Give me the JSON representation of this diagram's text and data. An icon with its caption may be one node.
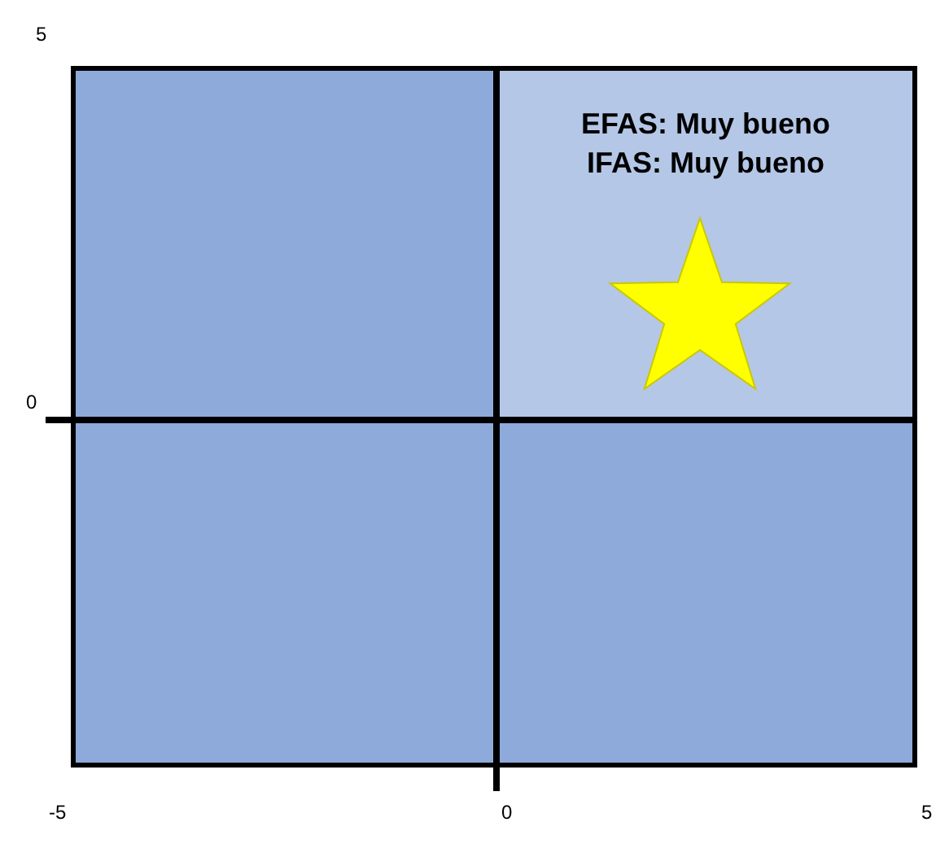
{
  "diagram": {
    "nodes": [
      {
        "text": [],
        "shape": "box"
      },
      {
        "text": [
          "EFAS: Muy bueno",
          "IFAS: Muy bueno"
        ]
      },
      {
        "text": [],
        "shape": "box"
      },
      {
        "text": [],
        "shape": "box"
      }
    ],
    "edges": [],
    "labels": [
      "5",
      "0",
      "-5",
      "0",
      "5"
    ]
  }
}
